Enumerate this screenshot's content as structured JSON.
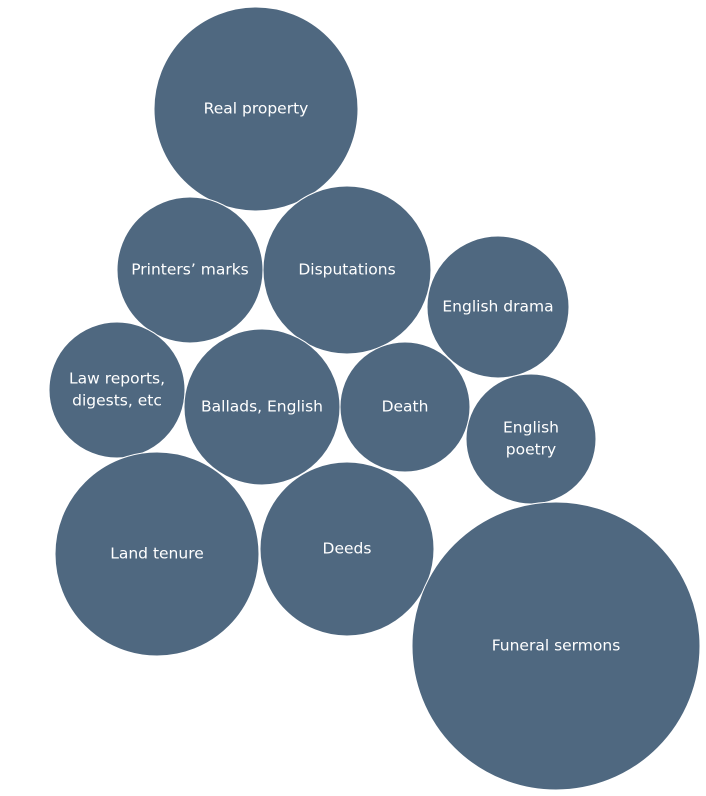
{
  "chart_data": {
    "type": "bubble",
    "legend": "none",
    "colors": {
      "bubble": "#4f6880",
      "label": "#ffffff",
      "background": "#ffffff"
    },
    "bubbles": [
      {
        "label": "Real property",
        "lines": [
          "Real property"
        ],
        "size": 10.4
      },
      {
        "label": "Printers' marks",
        "lines": [
          "Printers’ marks"
        ],
        "size": 5.3
      },
      {
        "label": "Disputations",
        "lines": [
          "Disputations"
        ],
        "size": 7.0
      },
      {
        "label": "English drama",
        "lines": [
          "English drama"
        ],
        "size": 5.1
      },
      {
        "label": "Law reports, digests, etc",
        "lines": [
          "Law reports,",
          "digests, etc"
        ],
        "size": 4.6
      },
      {
        "label": "Ballads, English",
        "lines": [
          "Ballads, English"
        ],
        "size": 6.0
      },
      {
        "label": "Death",
        "lines": [
          "Death"
        ],
        "size": 4.3
      },
      {
        "label": "English poetry",
        "lines": [
          "English",
          "poetry"
        ],
        "size": 4.2
      },
      {
        "label": "Land tenure",
        "lines": [
          "Land tenure"
        ],
        "size": 10.5
      },
      {
        "label": "Deeds",
        "lines": [
          "Deeds"
        ],
        "size": 7.6
      },
      {
        "label": "Funeral sermons",
        "lines": [
          "Funeral sermons"
        ],
        "size": 21.0
      }
    ]
  }
}
